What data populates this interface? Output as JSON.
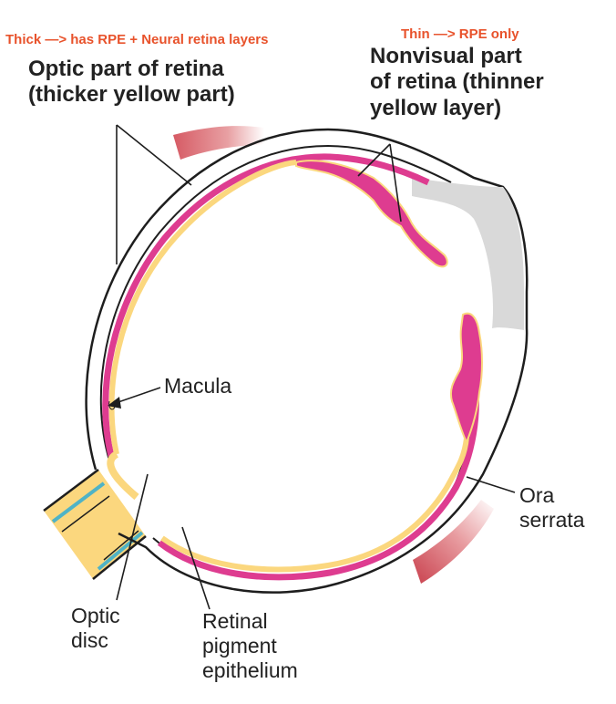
{
  "annotations": {
    "thick_note": "Thick —> has RPE + Neural retina layers",
    "thin_note": "Thin —> RPE only"
  },
  "labels": {
    "optic_part": [
      "Optic part of retina",
      "(thicker yellow part)"
    ],
    "nonvisual_part": [
      "Nonvisual part",
      "of retina (thinner",
      "yellow layer)"
    ],
    "macula": "Macula",
    "ora_serrata": [
      "Ora",
      "serrata"
    ],
    "optic_disc": [
      "Optic",
      "disc"
    ],
    "rpe": [
      "Retinal",
      "pigment",
      "epithelium"
    ]
  },
  "colors": {
    "annotation_red": "#e8522b",
    "retina_yellow": "#fbd77e",
    "rpe_pink": "#de3c90",
    "outline": "#1e1e1e",
    "sclera_gray": "#d9d9d9",
    "muscle_red": "#d7676e",
    "nerve_sheath_blue": "#4fb3c6"
  }
}
